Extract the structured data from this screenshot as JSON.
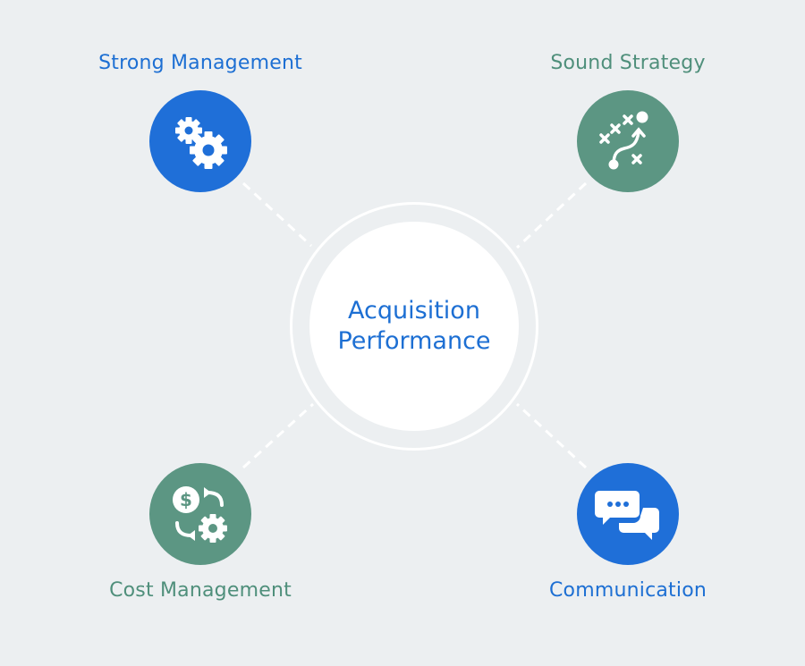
{
  "center": {
    "title": "Acquisition Performance"
  },
  "nodes": [
    {
      "id": "strong-management",
      "label": "Strong Management",
      "icon": "gears-icon",
      "color": "#1f6fd8",
      "label_color": "#1d6fd3"
    },
    {
      "id": "sound-strategy",
      "label": "Sound Strategy",
      "icon": "strategy-play-icon",
      "color": "#5c9683",
      "label_color": "#4f8f7b"
    },
    {
      "id": "cost-management",
      "label": "Cost Management",
      "icon": "cost-cycle-icon",
      "color": "#5c9683",
      "label_color": "#4f8f7b"
    },
    {
      "id": "communication",
      "label": "Communication",
      "icon": "chat-bubbles-icon",
      "color": "#1f6fd8",
      "label_color": "#1d6fd3"
    }
  ],
  "colors": {
    "background": "#eceff1",
    "hub_text": "#1d6fd3",
    "connector": "#ffffff"
  }
}
